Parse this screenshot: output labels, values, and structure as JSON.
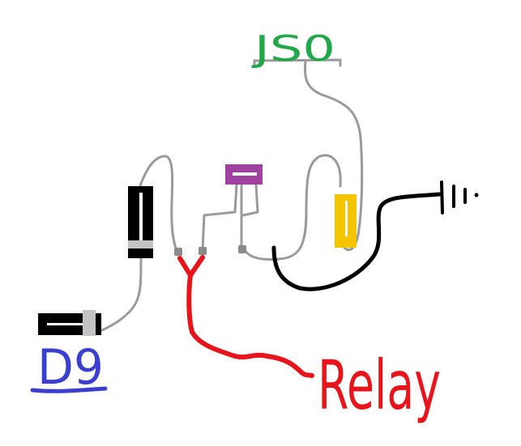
{
  "labels": {
    "top": "JS0",
    "bottom_left": "D9",
    "right": "Relay"
  },
  "colors": {
    "wire": "#9a9a9a",
    "relay_wire": "#e8141c",
    "ground_wire": "#000000",
    "label_top": "#22a84a",
    "label_bottom_left": "#3a3fd0",
    "label_right": "#e8141c",
    "resistor": "#000000",
    "resistor_band": "#c4c4c4",
    "transistor": "#a040a0",
    "diode": "#f5c400",
    "pin": "#8a8a8a"
  }
}
